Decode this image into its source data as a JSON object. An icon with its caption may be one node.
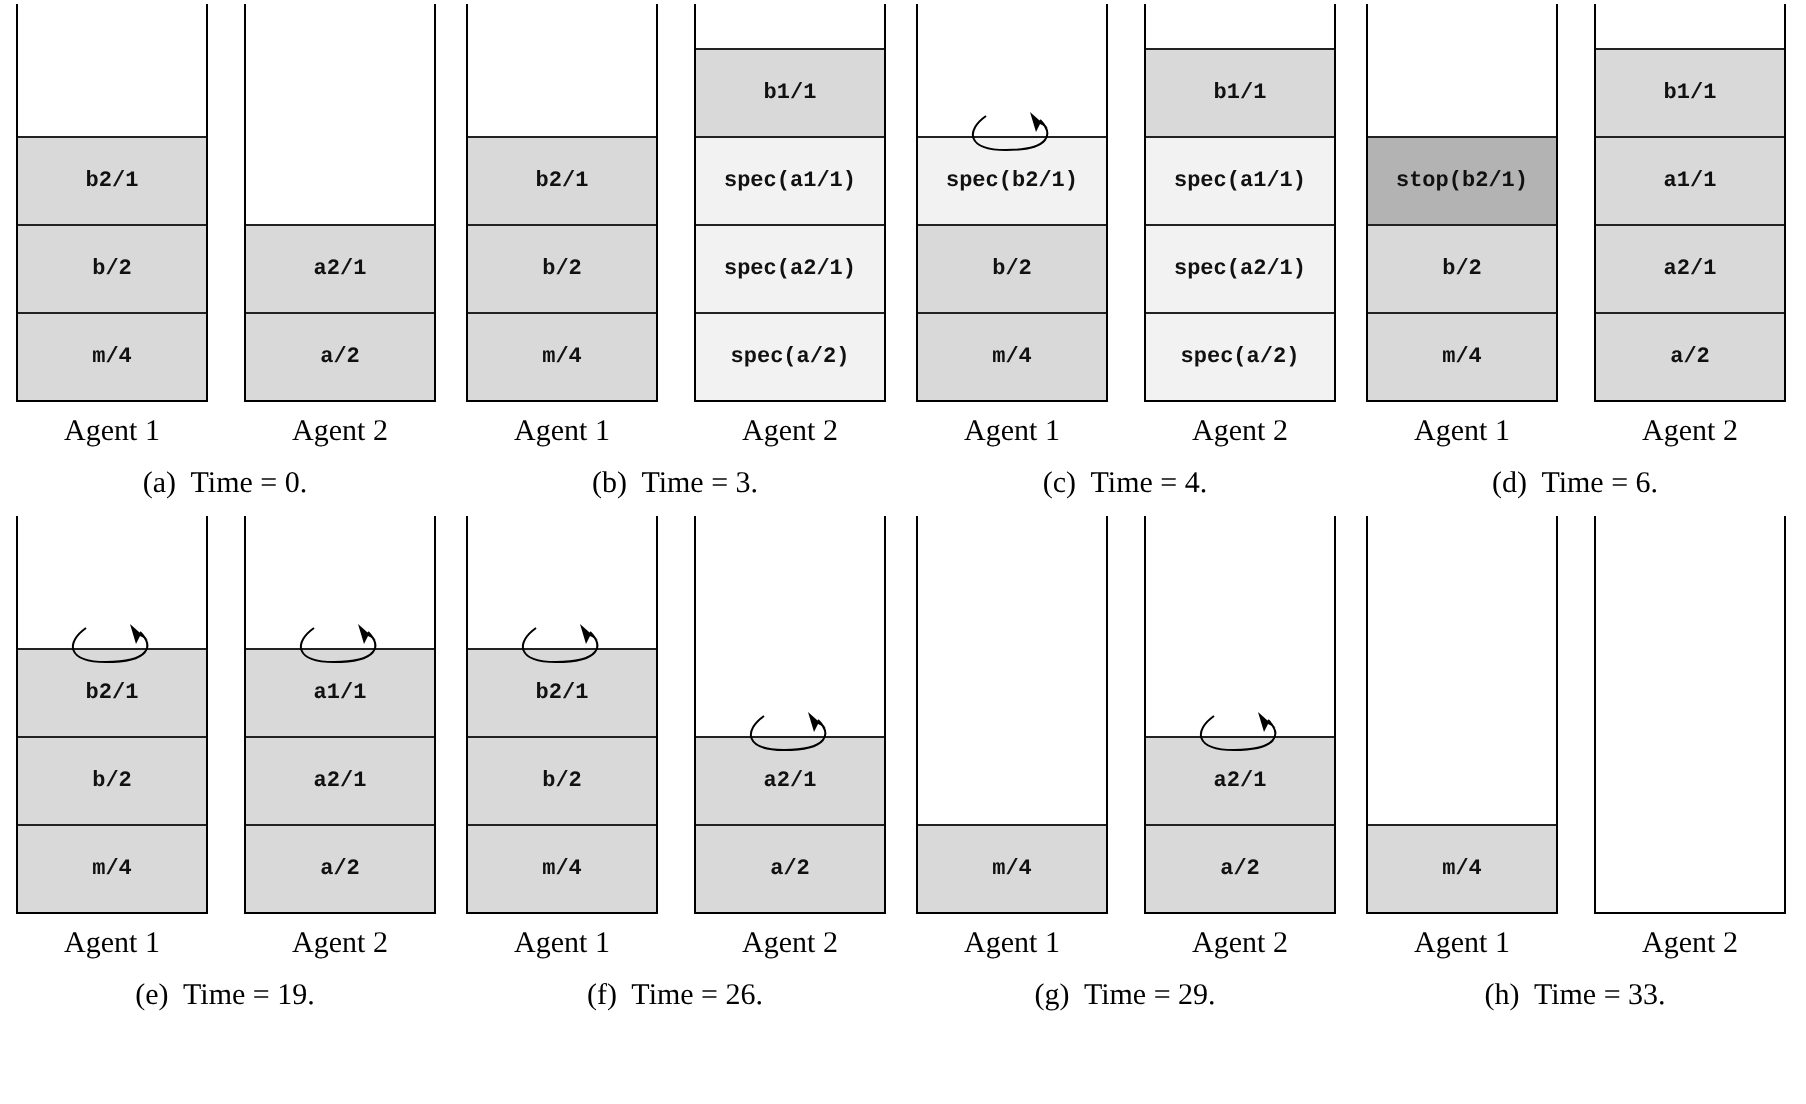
{
  "diagram": {
    "nodes": [
      {
        "text": [
          "Agent 1"
        ]
      },
      {
        "text": [
          "b2/1"
        ],
        "in": 0
      },
      {
        "text": [
          "b/2"
        ],
        "in": 0
      },
      {
        "text": [
          "m/4"
        ],
        "in": 0
      },
      {
        "text": [
          "Agent 2"
        ]
      },
      {
        "text": [
          "a2/1"
        ],
        "in": 4
      },
      {
        "text": [
          "a/2"
        ],
        "in": 4
      },
      {
        "text": [
          "Agent 1"
        ]
      },
      {
        "text": [
          "b2/1"
        ],
        "in": 7
      },
      {
        "text": [
          "b/2"
        ],
        "in": 7
      },
      {
        "text": [
          "m/4"
        ],
        "in": 7
      },
      {
        "text": [
          "Agent 2"
        ]
      },
      {
        "text": [
          "b1/1"
        ],
        "in": 11
      },
      {
        "text": [
          "spec(a1/1)"
        ],
        "in": 11
      },
      {
        "text": [
          "spec(a2/1)"
        ],
        "in": 11
      },
      {
        "text": [
          "spec(a/2)"
        ],
        "in": 11
      },
      {
        "text": [
          "Agent 1"
        ]
      },
      {
        "text": [
          "spec(b2/1)"
        ],
        "in": 16
      },
      {
        "text": [
          "b/2"
        ],
        "in": 16
      },
      {
        "text": [
          "m/4"
        ],
        "in": 16
      },
      {
        "text": [
          "Agent 2"
        ]
      },
      {
        "text": [
          "b1/1"
        ],
        "in": 20
      },
      {
        "text": [
          "spec(a1/1)"
        ],
        "in": 20
      },
      {
        "text": [
          "spec(a2/1)"
        ],
        "in": 20
      },
      {
        "text": [
          "spec(a/2)"
        ],
        "in": 20
      },
      {
        "text": [
          "Agent 1"
        ]
      },
      {
        "text": [
          "stop(b2/1)"
        ],
        "in": 25
      },
      {
        "text": [
          "b/2"
        ],
        "in": 25
      },
      {
        "text": [
          "m/4"
        ],
        "in": 25
      },
      {
        "text": [
          "Agent 2"
        ]
      },
      {
        "text": [
          "b1/1"
        ],
        "in": 29
      },
      {
        "text": [
          "a1/1"
        ],
        "in": 29
      },
      {
        "text": [
          "a2/1"
        ],
        "in": 29
      },
      {
        "text": [
          "a/2"
        ],
        "in": 29
      },
      {
        "text": [
          "Agent 1"
        ]
      },
      {
        "text": [
          "b2/1"
        ],
        "in": 34
      },
      {
        "text": [
          "b/2"
        ],
        "in": 34
      },
      {
        "text": [
          "m/4"
        ],
        "in": 34
      },
      {
        "text": [
          "Agent 2"
        ]
      },
      {
        "text": [
          "a1/1"
        ],
        "in": 38
      },
      {
        "text": [
          "a2/1"
        ],
        "in": 38
      },
      {
        "text": [
          "a/2"
        ],
        "in": 38
      },
      {
        "text": [
          "Agent 1"
        ]
      },
      {
        "text": [
          "b2/1"
        ],
        "in": 42
      },
      {
        "text": [
          "b/2"
        ],
        "in": 42
      },
      {
        "text": [
          "m/4"
        ],
        "in": 42
      },
      {
        "text": [
          "Agent 2"
        ]
      },
      {
        "text": [
          "a2/1"
        ],
        "in": 46
      },
      {
        "text": [
          "a/2"
        ],
        "in": 46
      },
      {
        "text": [
          "Agent 1"
        ]
      },
      {
        "text": [
          "m/4"
        ],
        "in": 49
      },
      {
        "text": [
          "Agent 2"
        ]
      },
      {
        "text": [
          "a2/1"
        ],
        "in": 51
      },
      {
        "text": [
          "a/2"
        ],
        "in": 51
      },
      {
        "text": [
          "Agent 1"
        ]
      },
      {
        "text": [
          "m/4"
        ],
        "in": 54
      },
      {
        "text": [
          "Agent 2"
        ]
      }
    ],
    "edges": [],
    "labels": [
      "(a)  Time = 0.",
      "(b)  Time = 3.",
      "(c)  Time = 4.",
      "(d)  Time = 6.",
      "(e)  Time = 19.",
      "(f)  Time = 26.",
      "(g)  Time = 29.",
      "(h)  Time = 33."
    ]
  }
}
